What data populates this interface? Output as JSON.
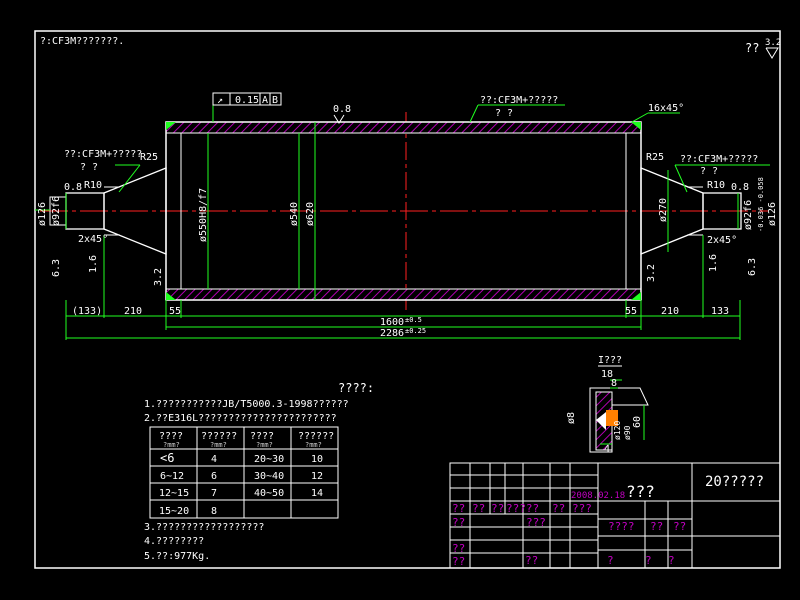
{
  "header_note": "?:CF3M???????.",
  "roughness_general": "??",
  "roughness_general_value": "3.2",
  "tolerance_frame": {
    "value": "0.15",
    "datum_a": "A",
    "datum_b": "B"
  },
  "top_label": {
    "line1": "??:CF3M+?????",
    "line2": "?  ?"
  },
  "left_label": {
    "line1": "??:CF3M+?????",
    "line2": "?  ?"
  },
  "right_label": {
    "line1": "??:CF3M+?????",
    "line2": "?  ?"
  },
  "chamfer_top": "16x45°",
  "surface_08_top": "0.8",
  "radius_left": "R25",
  "radius_right": "R25",
  "r10_left": "R10",
  "r10_right": "R10",
  "surf08_left": "0.8",
  "surf08_right": "0.8",
  "chamfer_left": "2x45°",
  "chamfer_right": "2x45°",
  "dia_126_left": "ø126",
  "dia_92_left": "ø92f6",
  "dia_126_right": "ø126",
  "dia_92_right": "ø92f6",
  "dia_92_right_tol": "-0.036 -0.058",
  "dia_550": "ø550H8/f7",
  "dia_540": "ø540",
  "dia_620": "ø620",
  "dia_270": "ø270",
  "surf_63_left": "6.3",
  "surf_16_left": "1.6",
  "surf_32_left": "3.2",
  "surf_32_right": "3.2",
  "surf_16_right": "1.6",
  "surf_63_right": "6.3",
  "dim_133_left": "(133)",
  "dim_210_left": "210",
  "dim_55_left": "55",
  "dim_1600": "1600",
  "dim_1600_tol": "±0.5",
  "dim_55_right": "55",
  "dim_210_right": "210",
  "dim_133_right": "133",
  "dim_2286": "2286",
  "dim_2286_tol": "±0.25",
  "detail": {
    "title": "I???",
    "d18": "18",
    "d8": "8",
    "d6": "ø8",
    "d4": "4",
    "d60": "60",
    "d2": "ø120",
    "d3": "ø90"
  },
  "notes_title": "????:",
  "notes": [
    "1.???????????JB/T5000.3-1998??????",
    "2.??E316L???????????????????????",
    "3.??????????????????",
    "4.????????",
    "5.??:977Kg."
  ],
  "weld_table": {
    "headers": [
      [
        "????",
        "?mm?"
      ],
      [
        "??????",
        "?mm?"
      ],
      [
        "????",
        "?mm?"
      ],
      [
        "??????",
        "?mm?"
      ]
    ],
    "rows": [
      [
        "<6",
        "4",
        "20~30",
        "10"
      ],
      [
        "6~12",
        "6",
        "30~40",
        "12"
      ],
      [
        "12~15",
        "7",
        "40~50",
        "14"
      ],
      [
        "15~20",
        "8",
        "",
        ""
      ]
    ]
  },
  "title_block": {
    "date": "2008.02.18",
    "part_name": "???",
    "drawing_no": "20?????",
    "sign_row": [
      "??",
      "??",
      "??",
      "?????",
      "??",
      "???"
    ],
    "left_col": [
      "??",
      "???",
      "??",
      "??"
    ],
    "scale_row": [
      "????",
      "??",
      "??"
    ],
    "bottom_row": [
      "?",
      "?",
      "?",
      "??"
    ]
  }
}
